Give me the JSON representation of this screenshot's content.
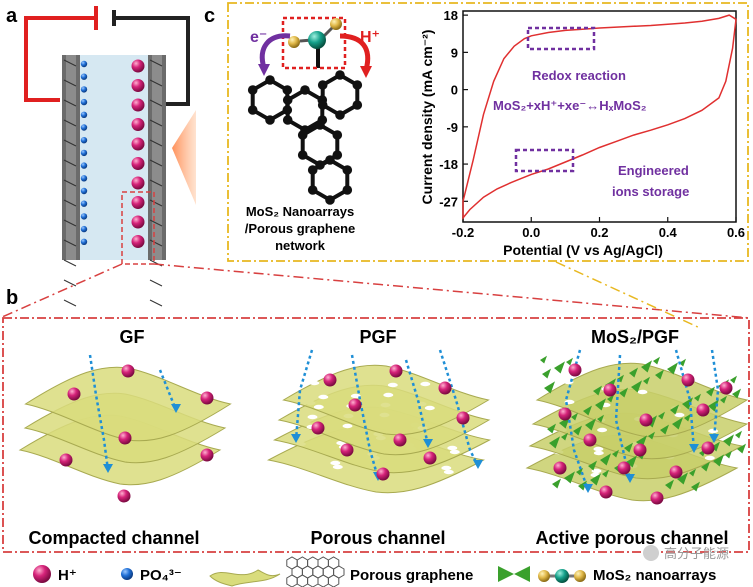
{
  "panels": {
    "a": "a",
    "b": "b",
    "c": "c"
  },
  "colors": {
    "proton": "#d6237a",
    "phosphate": "#1f6fd6",
    "graphene": "#d9dc7c",
    "mos2": "#3aa02c",
    "accent": "#7030a0",
    "curve": "#e03030",
    "frame_red": "#d84040",
    "frame_yellow": "#e8b820",
    "circuit_red": "#e02020"
  },
  "panel_c": {
    "electron_label": "e⁻",
    "proton_label": "H⁺",
    "structure_caption": [
      "MoS₂ Nanoarrays",
      "/Porous graphene",
      "network"
    ]
  },
  "chart_data": {
    "type": "line",
    "xlabel": "Potential (V vs Ag/AgCl)",
    "ylabel": "Current density (mA cm⁻²)",
    "xlim": [
      -0.2,
      0.6
    ],
    "ylim": [
      -32,
      19
    ],
    "xticks": [
      -0.2,
      0.0,
      0.2,
      0.4,
      0.6
    ],
    "xtick_labels": [
      "-0.2",
      "0.0",
      "0.2",
      "0.4",
      "0.6"
    ],
    "yticks": [
      18,
      9,
      0,
      -9,
      -18,
      -27
    ],
    "ytick_labels": [
      "18",
      "9",
      "0",
      "-9",
      "-18",
      "-27"
    ],
    "series": [
      {
        "x": [
          -0.2,
          -0.17,
          -0.14,
          -0.11,
          -0.08,
          -0.05,
          -0.02,
          0.0,
          0.05,
          0.1,
          0.15,
          0.2,
          0.25,
          0.3,
          0.35,
          0.4,
          0.45,
          0.5,
          0.55,
          0.58,
          0.6,
          0.59,
          0.57,
          0.55,
          0.5,
          0.45,
          0.4,
          0.35,
          0.3,
          0.25,
          0.2,
          0.15,
          0.1,
          0.05,
          0.0,
          -0.03,
          -0.06,
          -0.1,
          -0.14,
          -0.18,
          -0.2
        ],
        "y": [
          -27,
          -17,
          -6,
          2,
          7.5,
          10.5,
          12.3,
          13.0,
          13.8,
          14.3,
          14.6,
          14.9,
          15.1,
          15.3,
          15.5,
          15.8,
          16.1,
          16.5,
          17.2,
          18.0,
          17.0,
          10.0,
          2.0,
          -2.0,
          -5.0,
          -7.0,
          -8.5,
          -9.8,
          -11.0,
          -12.5,
          -14.0,
          -15.8,
          -17.5,
          -19.2,
          -20.5,
          -21.5,
          -22.5,
          -24.0,
          -26.0,
          -29.0,
          -31.0
        ]
      }
    ],
    "annotations": {
      "redox": "Redox reaction",
      "equation": "MoS₂+xH⁺+xe⁻↔HₓMoS₂",
      "storage_line1": "Engineered",
      "storage_line2": "ions storage"
    }
  },
  "panel_b": {
    "titles": [
      "GF",
      "PGF",
      "MoS₂/PGF"
    ],
    "captions": [
      "Compacted channel",
      "Porous channel",
      "Active porous channel"
    ]
  },
  "legend": {
    "proton": "H⁺",
    "phosphate": "PO₄³⁻",
    "porous_graphene": "Porous graphene",
    "mos2": "MoS₂ nanoarrays"
  },
  "watermark": "高分子能源"
}
